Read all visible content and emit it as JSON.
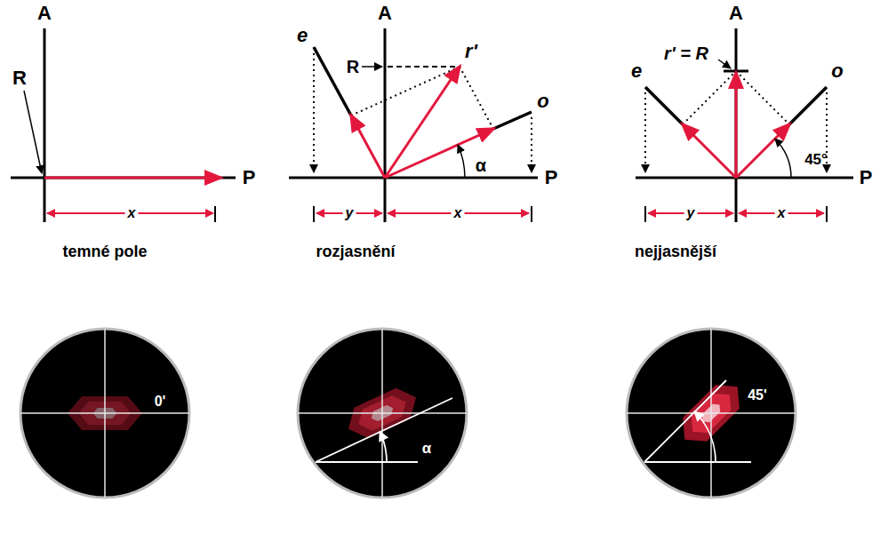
{
  "diagram": {
    "labels": [
      "A",
      "R",
      "P",
      "x",
      "temné pole",
      "e",
      "A",
      "R",
      "r'",
      "o",
      "α",
      "P",
      "y",
      "x",
      "rozjasnění",
      "e",
      "r' = R",
      "A",
      "o",
      "45°",
      "P",
      "y",
      "x",
      "nejjasnější",
      "0'",
      "α",
      "45'"
    ]
  }
}
